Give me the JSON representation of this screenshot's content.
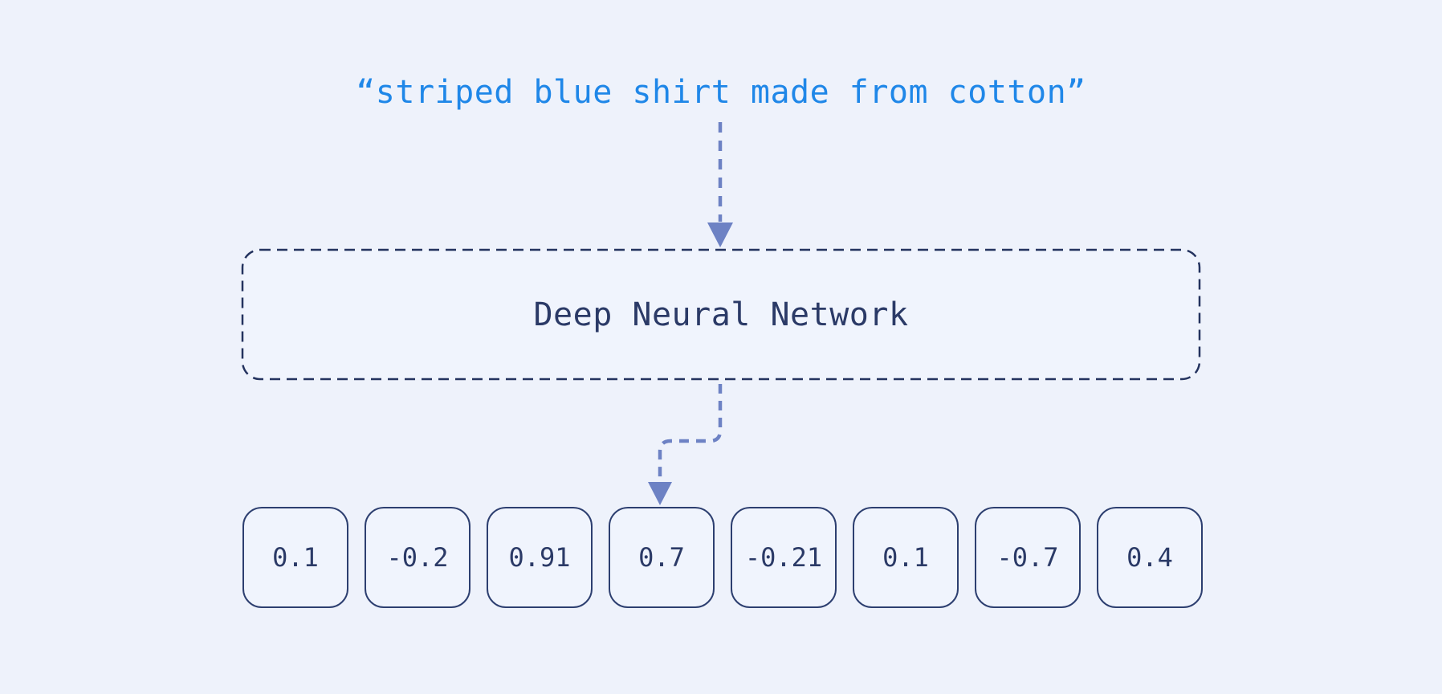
{
  "diagram": {
    "input_text": "“striped blue shirt made from cotton”",
    "box_label": "Deep Neural Network",
    "vector_values": [
      "0.1",
      "-0.2",
      "0.91",
      "0.7",
      "-0.21",
      "0.1",
      "-0.7",
      "0.4"
    ],
    "colors": {
      "background": "#eef2fb",
      "input_text_blue": "#1f87e8",
      "label_navy": "#2b3a67",
      "dashed_box_border": "#24335f",
      "value_box_border": "#2d3f70",
      "arrow_slate": "#6d82c4"
    }
  }
}
